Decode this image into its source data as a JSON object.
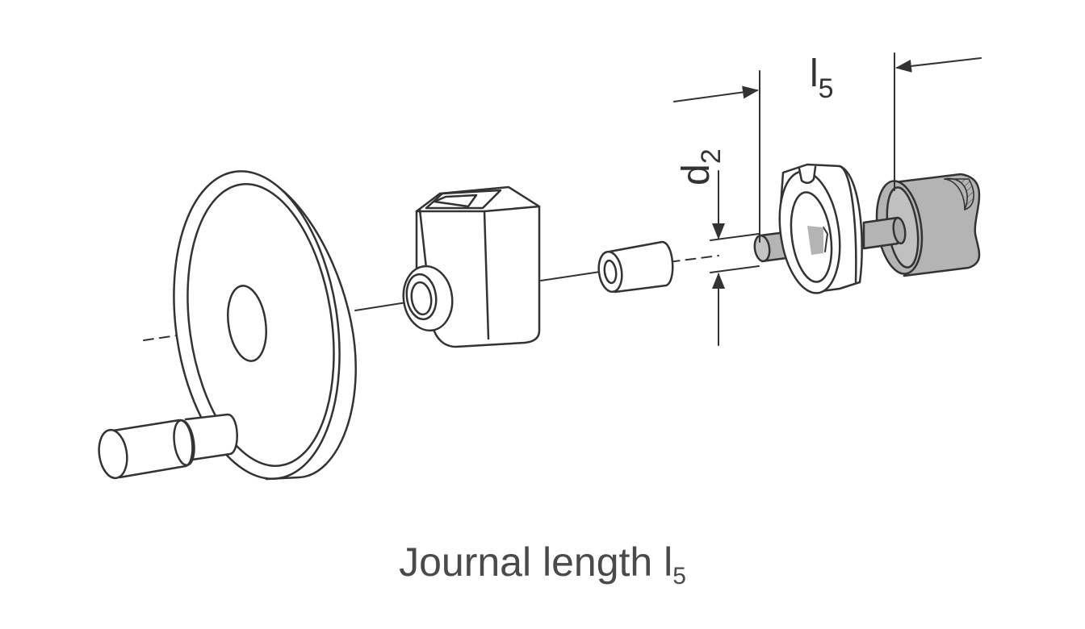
{
  "labels": {
    "length": {
      "main": "l",
      "sub": "5"
    },
    "diameter": {
      "main": "d",
      "sub": "2"
    }
  },
  "caption": {
    "text": "Journal length l",
    "sub": "5"
  },
  "colors": {
    "stroke": "#333333",
    "shaft": "#b4b4b4",
    "dark_shaft": "#9a9a9a",
    "fill": "#ffffff"
  }
}
